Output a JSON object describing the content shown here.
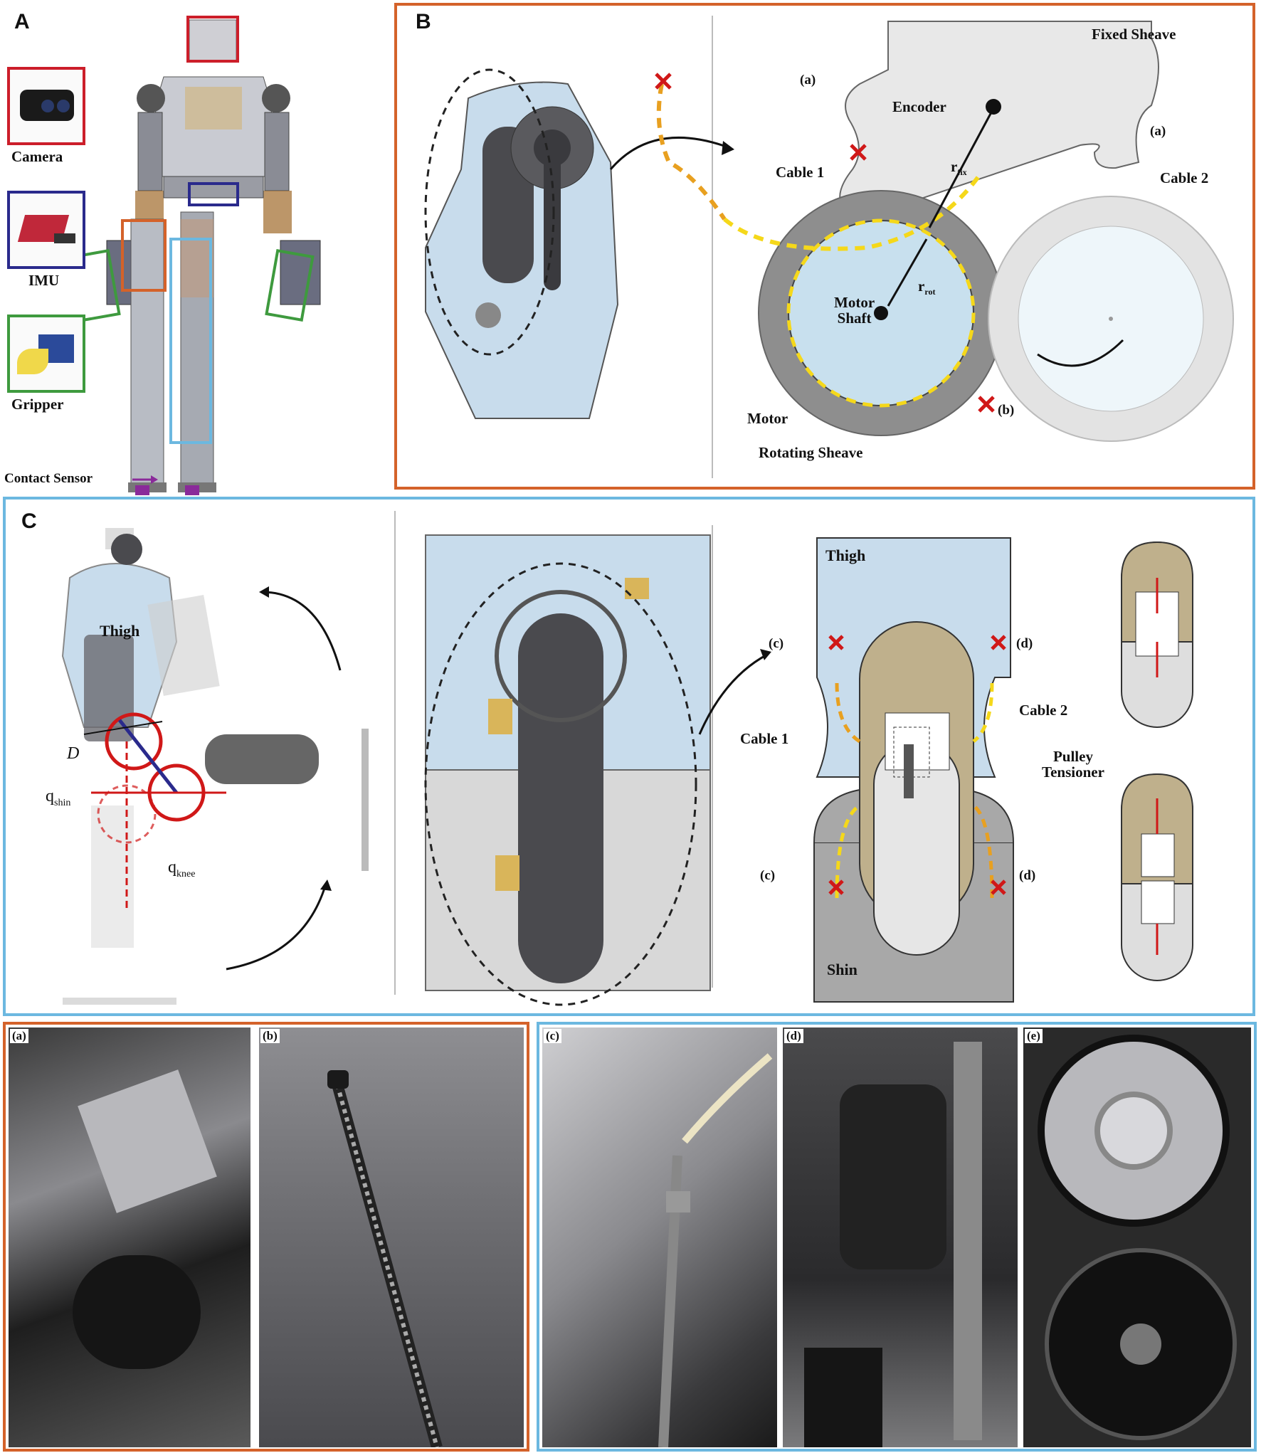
{
  "panels": {
    "a": {
      "letter": "A",
      "sensors": [
        "Camera",
        "IMU",
        "Gripper"
      ],
      "contact": "Contact Sensor"
    },
    "b": {
      "letter": "B",
      "labels": {
        "fixed_sheave": "Fixed Sheave",
        "encoder": "Encoder",
        "cable1": "Cable 1",
        "cable2": "Cable 2",
        "r_fix": "r",
        "r_fix_sub": "fix",
        "r_rot": "r",
        "r_rot_sub": "rot",
        "motor_shaft_1": "Motor",
        "motor_shaft_2": "Shaft",
        "motor": "Motor",
        "rotating_sheave": "Rotating Sheave",
        "mark_a": "(a)",
        "mark_b": "(b)"
      }
    },
    "c": {
      "letter": "C",
      "labels": {
        "thigh": "Thigh",
        "shin": "Shin",
        "D": "D",
        "q_shin": "q",
        "q_shin_sub": "shin",
        "q_knee": "q",
        "q_knee_sub": "knee",
        "cable1": "Cable 1",
        "cable2": "Cable 2",
        "pulley_1": "Pulley",
        "pulley_2": "Tensioner",
        "mark_c": "(c)",
        "mark_d": "(d)"
      }
    },
    "photos": [
      "(a)",
      "(b)",
      "(c)",
      "(d)",
      "(e)"
    ]
  },
  "colors": {
    "orange_frame": "#d4622a",
    "blue_frame": "#6cb8e0",
    "cable_orange": "#e8a020",
    "cable_yellow": "#f5d81a",
    "cross_red": "#d01818",
    "thigh_blue": "#c8e0ee",
    "shin_gray": "#a8a8a8",
    "tan": "#bfb08c",
    "camera_red": "#cc1e2a",
    "imu_blue": "#2a2a8c",
    "gripper_green": "#3e9a3e",
    "contact_purple": "#8a2a9a"
  }
}
